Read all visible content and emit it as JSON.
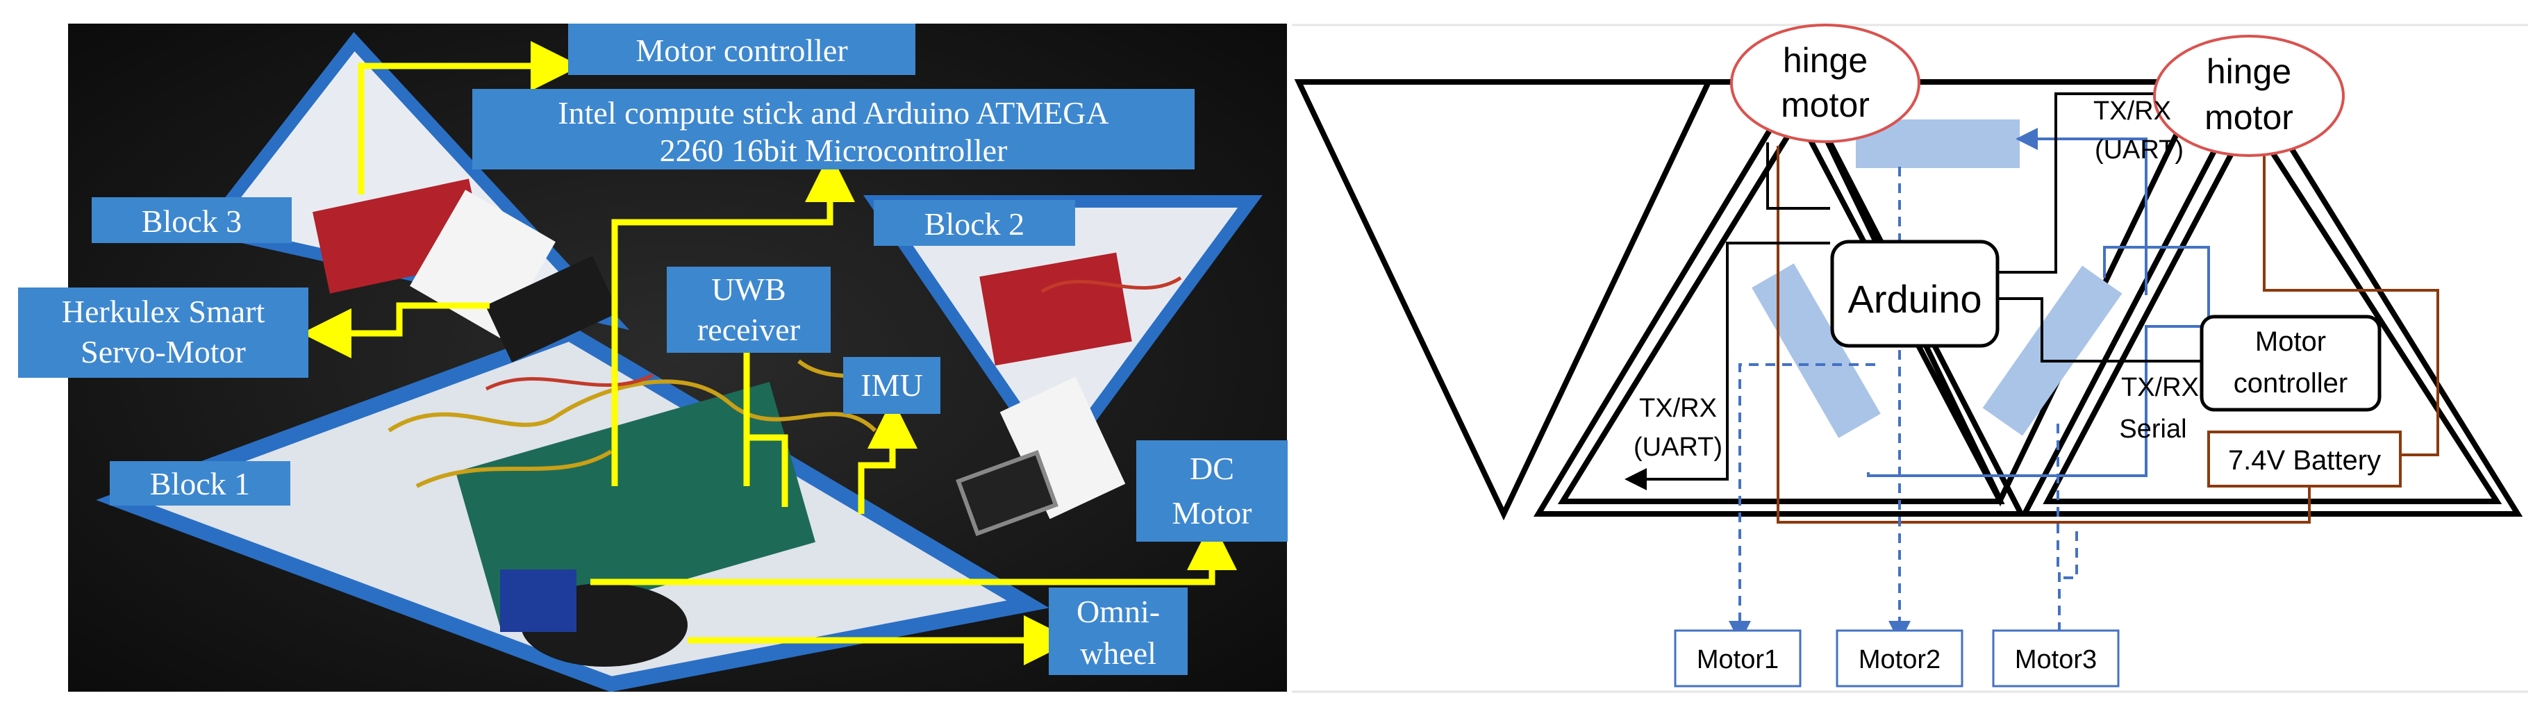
{
  "photo": {
    "labels": {
      "motor_controller": "Motor controller",
      "intel_line1": "Intel compute stick and Arduino ATMEGA",
      "intel_line2": "2260 16bit Microcontroller",
      "block3": "Block 3",
      "block2": "Block 2",
      "block1": "Block 1",
      "servo_line1": "Herkulex Smart",
      "servo_line2": "Servo-Motor",
      "uwb_line1": "UWB",
      "uwb_line2": "receiver",
      "imu": "IMU",
      "dc_line1": "DC",
      "dc_line2": "Motor",
      "omni_line1": "Omni-",
      "omni_line2": "wheel"
    },
    "colors": {
      "label_fill": "#3d87cf",
      "arrow": "#ffff00",
      "frame": "#2a6fc4"
    }
  },
  "diagram": {
    "hinge_left_line1": "hinge",
    "hinge_left_line2": "motor",
    "hinge_right_line1": "hinge",
    "hinge_right_line2": "motor",
    "arduino": "Arduino",
    "motor_controller_line1": "Motor",
    "motor_controller_line2": "controller",
    "battery": "7.4V Battery",
    "txrx_top_line1": "TX/RX",
    "txrx_top_line2": "(UART)",
    "txrx_left_line1": "TX/RX",
    "txrx_left_line2": "(UART)",
    "txrx_serial_line1": "TX/RX",
    "txrx_serial_line2": "Serial",
    "motor1": "Motor1",
    "motor2": "Motor2",
    "motor3": "Motor3",
    "colors": {
      "hinge_ellipse": "#d9534f",
      "blue_line": "#4472c4",
      "brown_line": "#8b3a0f",
      "motor_box": "#4472c4",
      "pale_blue": "#aac4e8"
    }
  }
}
